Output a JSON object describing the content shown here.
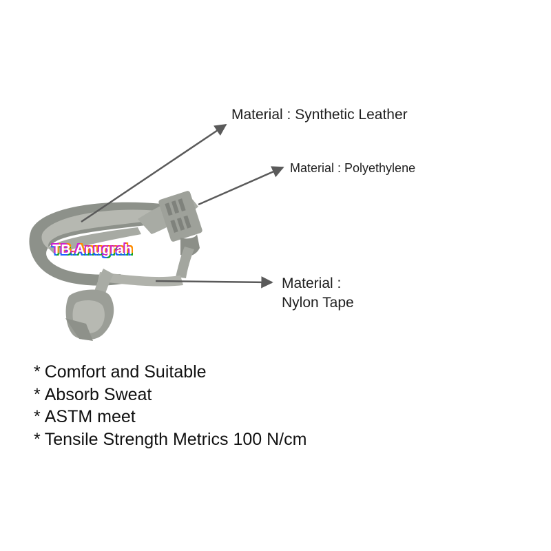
{
  "brand": {
    "watermark": "TB.Anugrah"
  },
  "callouts": {
    "leather": "Material : Synthetic Leather",
    "polyethylene": "Material : Polyethylene",
    "nylon_line1": "Material :",
    "nylon_line2": "Nylon Tape"
  },
  "features": [
    "Comfort and Suitable",
    "Absorb Sweat",
    "ASTM meet",
    "Tensile Strength Metrics 100 N/cm"
  ],
  "bullet_symbol": "*",
  "colors": {
    "background": "#ffffff",
    "harness_gray": "#9a9d95",
    "arrow_gray": "#5a5a5a",
    "text": "#1a1a1a"
  }
}
